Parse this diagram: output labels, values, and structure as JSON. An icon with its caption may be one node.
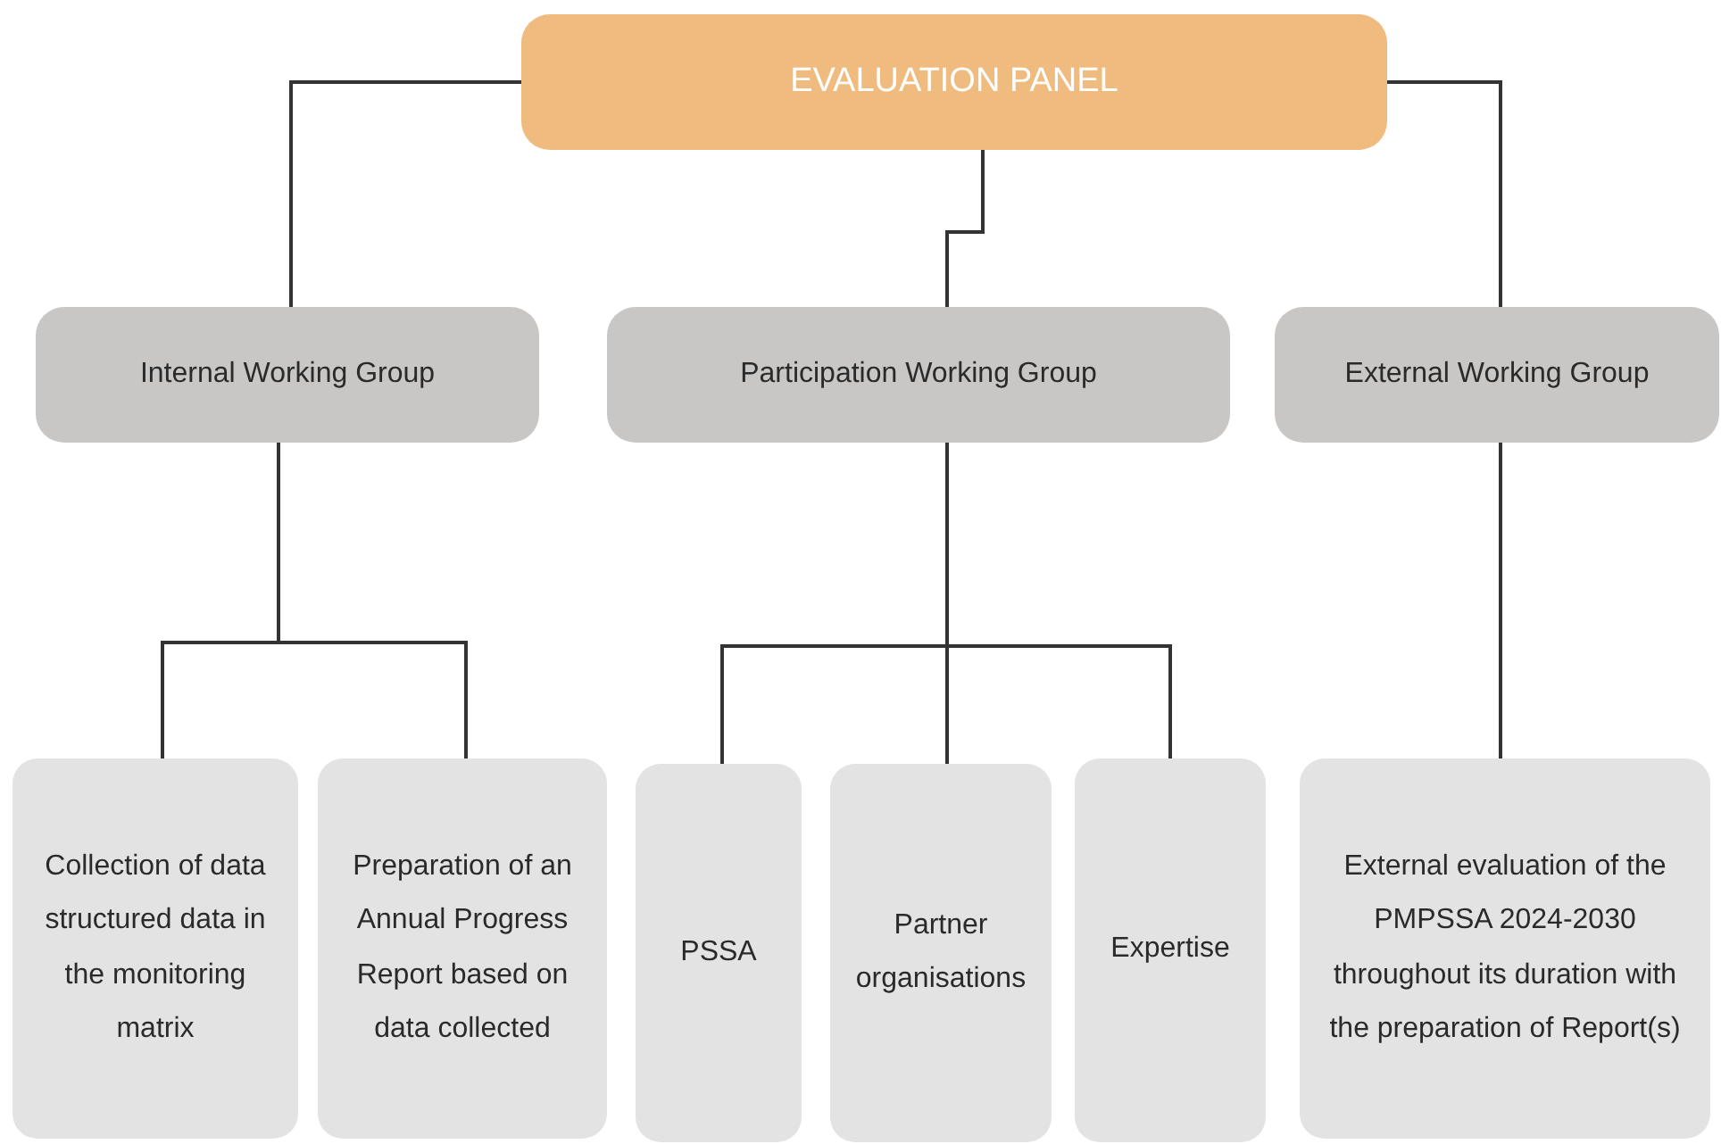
{
  "diagram": {
    "nodes": [
      {
        "text": [
          "EVALUATION PANEL"
        ]
      },
      {
        "text": [
          "Internal Working Group"
        ]
      },
      {
        "text": [
          "Participation Working Group"
        ]
      },
      {
        "text": [
          "External Working Group"
        ]
      },
      {
        "text": [
          "Collection of data structured data in the monitoring matrix"
        ]
      },
      {
        "text": [
          "Preparation of an Annual Progress Report based on data collected"
        ]
      },
      {
        "text": [
          "PSSA"
        ]
      },
      {
        "text": [
          "Partner organisations"
        ]
      },
      {
        "text": [
          "Expertise"
        ]
      },
      {
        "text": [
          "External evaluation of the PMPSSA 2024-2030 throughout its duration with the preparation of Report(s)"
        ]
      }
    ],
    "edges": [
      {
        "from": 0,
        "to": 1,
        "arrow": "none"
      },
      {
        "from": 0,
        "to": 2,
        "arrow": "none"
      },
      {
        "from": 0,
        "to": 3,
        "arrow": "none"
      },
      {
        "from": 1,
        "to": 4,
        "arrow": "none"
      },
      {
        "from": 1,
        "to": 5,
        "arrow": "none"
      },
      {
        "from": 2,
        "to": 6,
        "arrow": "none"
      },
      {
        "from": 2,
        "to": 7,
        "arrow": "none"
      },
      {
        "from": 2,
        "to": 8,
        "arrow": "none"
      },
      {
        "from": 3,
        "to": 9,
        "arrow": "none"
      }
    ]
  }
}
